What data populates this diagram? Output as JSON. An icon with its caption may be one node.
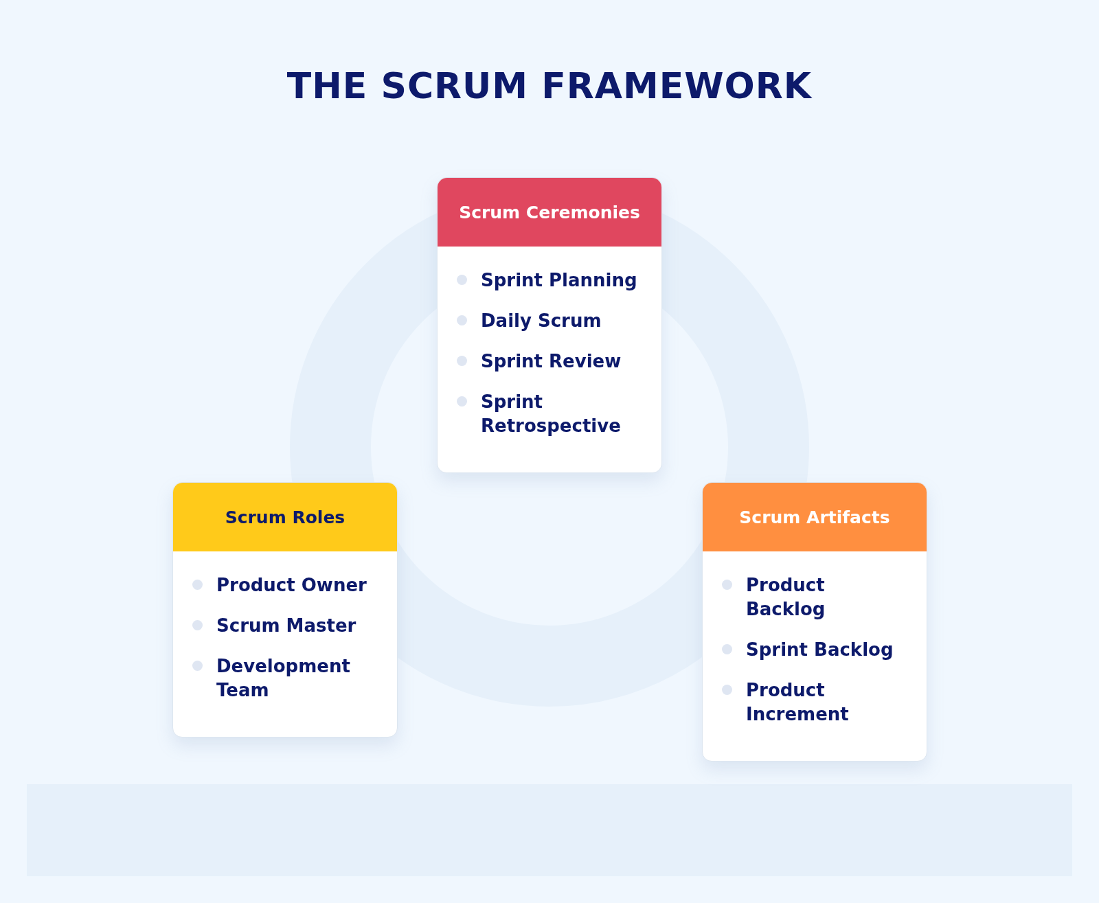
{
  "diagram": {
    "title": "THE SCRUM FRAMEWORK",
    "nodes": [
      {
        "text": [
          "Scrum Ceremonies",
          "Sprint Planning",
          "Daily Scrum",
          "Sprint Review",
          "Sprint Retrospective"
        ]
      },
      {
        "text": [
          "Scrum Roles",
          "Product Owner",
          "Scrum Master",
          "Development Team"
        ]
      },
      {
        "text": [
          "Scrum Artifacts",
          "Product Backlog",
          "Sprint Backlog",
          "Product Increment"
        ]
      }
    ]
  }
}
